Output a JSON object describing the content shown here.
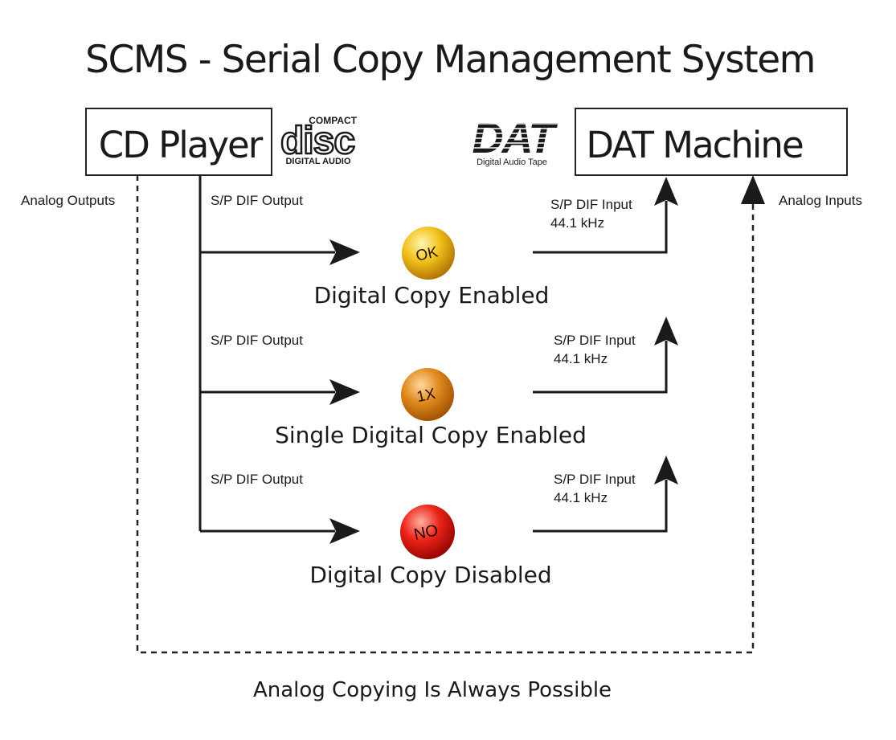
{
  "title": "SCMS - Serial Copy Management System",
  "source_device": "CD Player",
  "target_device": "DAT Machine",
  "logos": {
    "cd": {
      "top": "COMPACT",
      "main": "disc",
      "bottom": "DIGITAL AUDIO"
    },
    "dat": {
      "main": "DAT",
      "bottom": "Digital Audio Tape"
    }
  },
  "analog_outputs_label": "Analog Outputs",
  "analog_inputs_label": "Analog Inputs",
  "paths": [
    {
      "output_label": "S/P DIF Output",
      "input_label": "S/P DIF Input",
      "rate_label": "44.1 kHz",
      "badge_text": "OK",
      "badge_color": "#e8ad10",
      "caption": "Digital Copy Enabled"
    },
    {
      "output_label": "S/P DIF Output",
      "input_label": "S/P DIF Input",
      "rate_label": "44.1 kHz",
      "badge_text": "1X",
      "badge_color": "#dc7e15",
      "caption": "Single Digital Copy Enabled"
    },
    {
      "output_label": "S/P DIF Output",
      "input_label": "S/P DIF Input",
      "rate_label": "44.1 kHz",
      "badge_text": "NO",
      "badge_color": "#e8201a",
      "caption": "Digital Copy Disabled"
    }
  ],
  "footer": "Analog Copying Is Always Possible"
}
